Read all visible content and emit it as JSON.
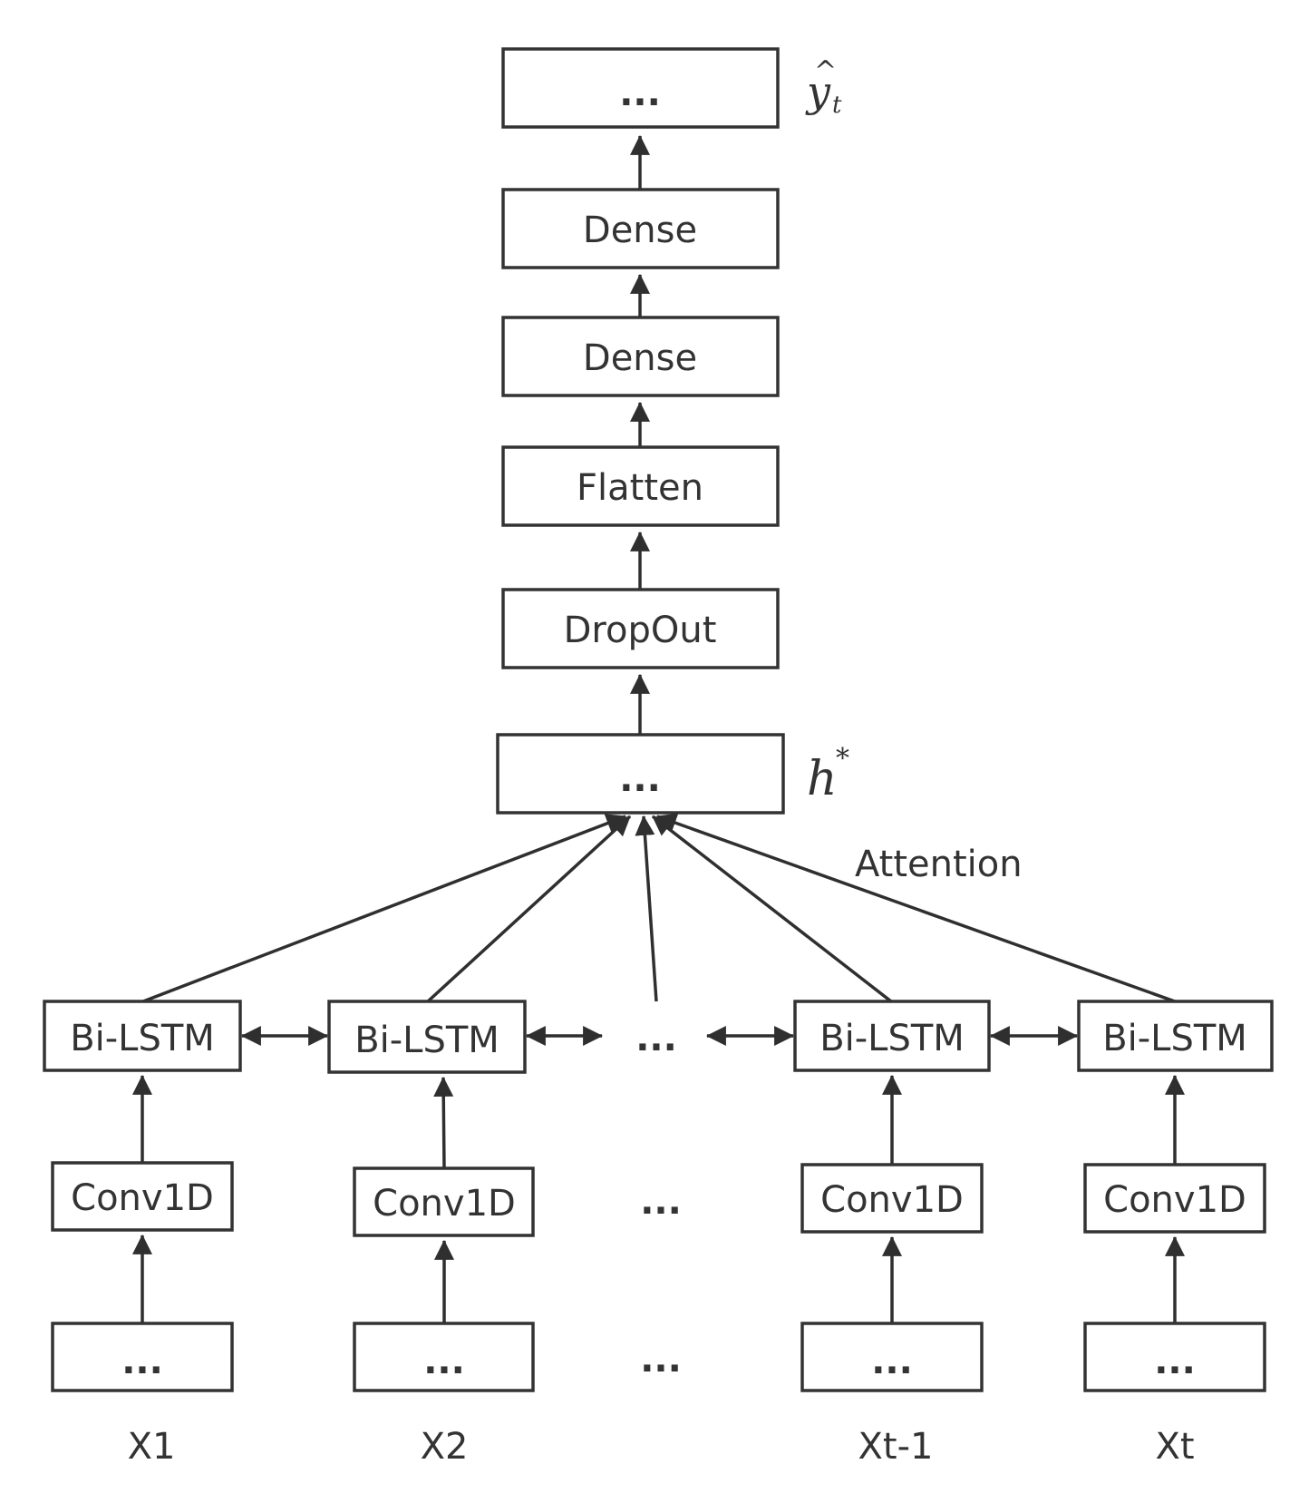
{
  "output_box": {
    "text": "...",
    "annotation_base": "y",
    "annotation_hat": "^",
    "annotation_sub": "t"
  },
  "dense_top": {
    "text": "Dense"
  },
  "dense_bottom": {
    "text": "Dense"
  },
  "flatten": {
    "text": "Flatten"
  },
  "dropout": {
    "text": "DropOut"
  },
  "context_box": {
    "text": "...",
    "annotation_base": "h",
    "annotation_sup": "*"
  },
  "attention_label": "Attention",
  "columns": [
    {
      "bilstm": "Bi-LSTM",
      "conv": "Conv1D",
      "input": "...",
      "xlabel": "X1"
    },
    {
      "bilstm": "Bi-LSTM",
      "conv": "Conv1D",
      "input": "...",
      "xlabel": "X2"
    },
    {
      "bilstm": "...",
      "conv": "...",
      "input": "...",
      "xlabel": ""
    },
    {
      "bilstm": "Bi-LSTM",
      "conv": "Conv1D",
      "input": "...",
      "xlabel": "Xt-1"
    },
    {
      "bilstm": "Bi-LSTM",
      "conv": "Conv1D",
      "input": "...",
      "xlabel": "Xt"
    }
  ]
}
